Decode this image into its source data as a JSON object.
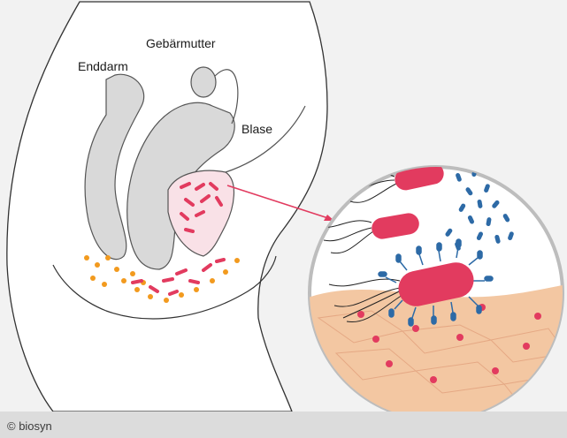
{
  "labels": {
    "rectum": "Enddarm",
    "uterus": "Gebärmutter",
    "bladder": "Blase"
  },
  "footer": {
    "copyright": "© biosyn"
  },
  "colors": {
    "background": "#f2f2f2",
    "body_outline": "#333333",
    "organ_fill": "#d9d9d9",
    "tissue_fill": "#f3c7a2",
    "bacteria_red": "#e23b5f",
    "bacteria_blue": "#2d6aa6",
    "dots_orange": "#f29a1e",
    "arrow": "#e23b5f"
  },
  "icons": [
    "magnifier-circle",
    "pointer-arrow"
  ]
}
